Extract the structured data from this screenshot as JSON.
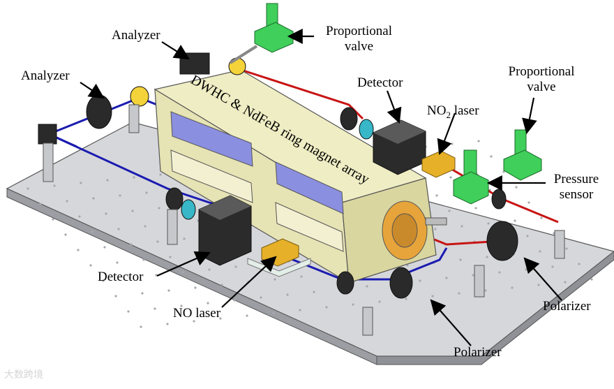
{
  "labels": {
    "analyzer_top": "Analyzer",
    "analyzer_left": "Analyzer",
    "prop_valve_top_1": "Proportional",
    "prop_valve_top_2": "valve",
    "prop_valve_right_1": "Proportional",
    "prop_valve_right_2": "valve",
    "detector_top": "Detector",
    "no2_laser_main": "NO",
    "no2_laser_sub": "2",
    "no2_laser_tail": " laser",
    "pressure_sensor_1": "Pressure",
    "pressure_sensor_2": "sensor",
    "detector_bottom": "Detector",
    "no_laser": "NO laser",
    "polarizer_right": "Polarizer",
    "polarizer_bottom": "Polarizer",
    "cell_title": "DWHC & NdFeB ring magnet array"
  },
  "watermark": "大数跨境",
  "colors": {
    "blue_beam": "#1b1bb0",
    "red_beam": "#c81414",
    "cell_body": "#e6e3b4",
    "window": "#8b8fe0",
    "plate": "#d3d4d8",
    "valve": "#3fcf5a",
    "laser_gold": "#e6b028"
  }
}
